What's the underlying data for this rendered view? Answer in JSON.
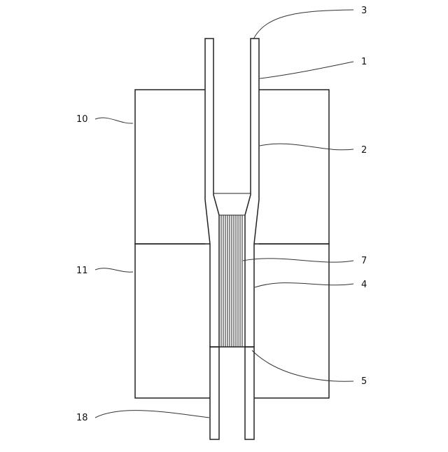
{
  "labels": {
    "l3": "3",
    "l1": "1",
    "l10": "10",
    "l2": "2",
    "l7": "7",
    "l11": "11",
    "l4": "4",
    "l5": "5",
    "l18": "18"
  }
}
